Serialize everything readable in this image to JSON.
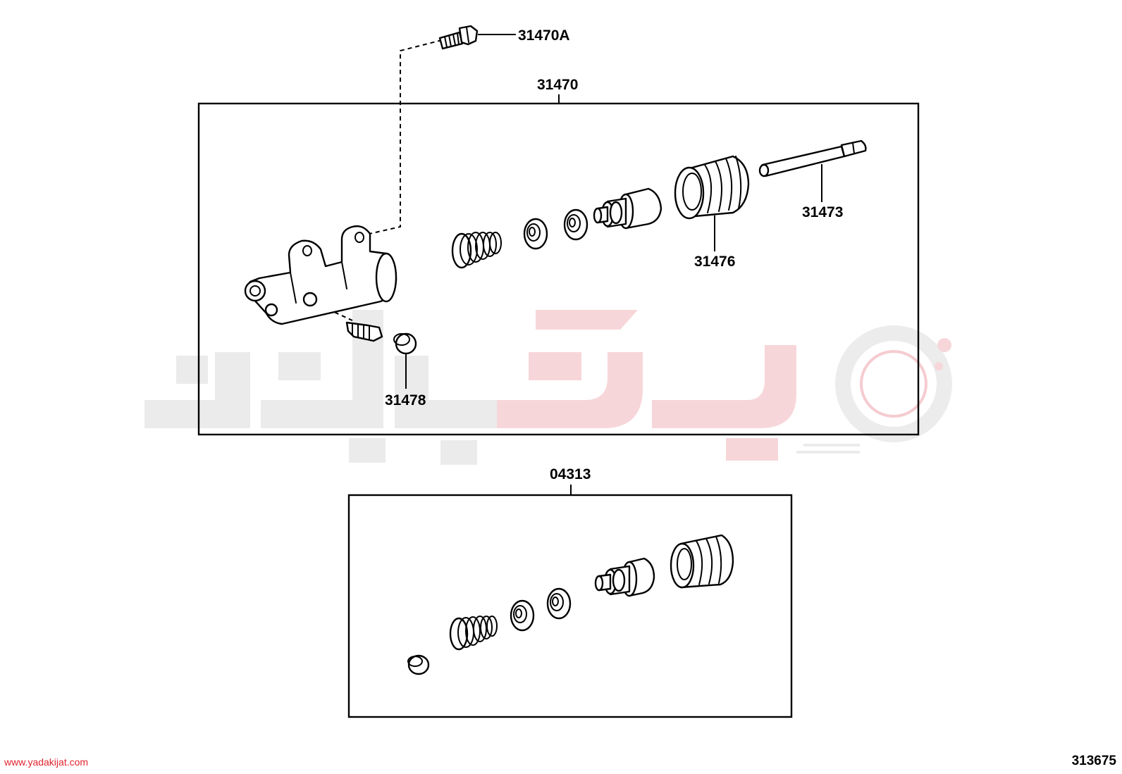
{
  "labels": {
    "bolt": "31470A",
    "cylinder_assy": "31470",
    "push_rod": "31473",
    "boot": "31476",
    "bleeder_cap": "31478",
    "repair_kit": "04313"
  },
  "footer": {
    "site": "www.yadakijat.com",
    "diagram_number": "313675"
  },
  "colors": {
    "line": "#000000",
    "url_red": "#e0242f",
    "watermark_gray": "#ebebeb",
    "watermark_red": "#f7d6d9"
  }
}
